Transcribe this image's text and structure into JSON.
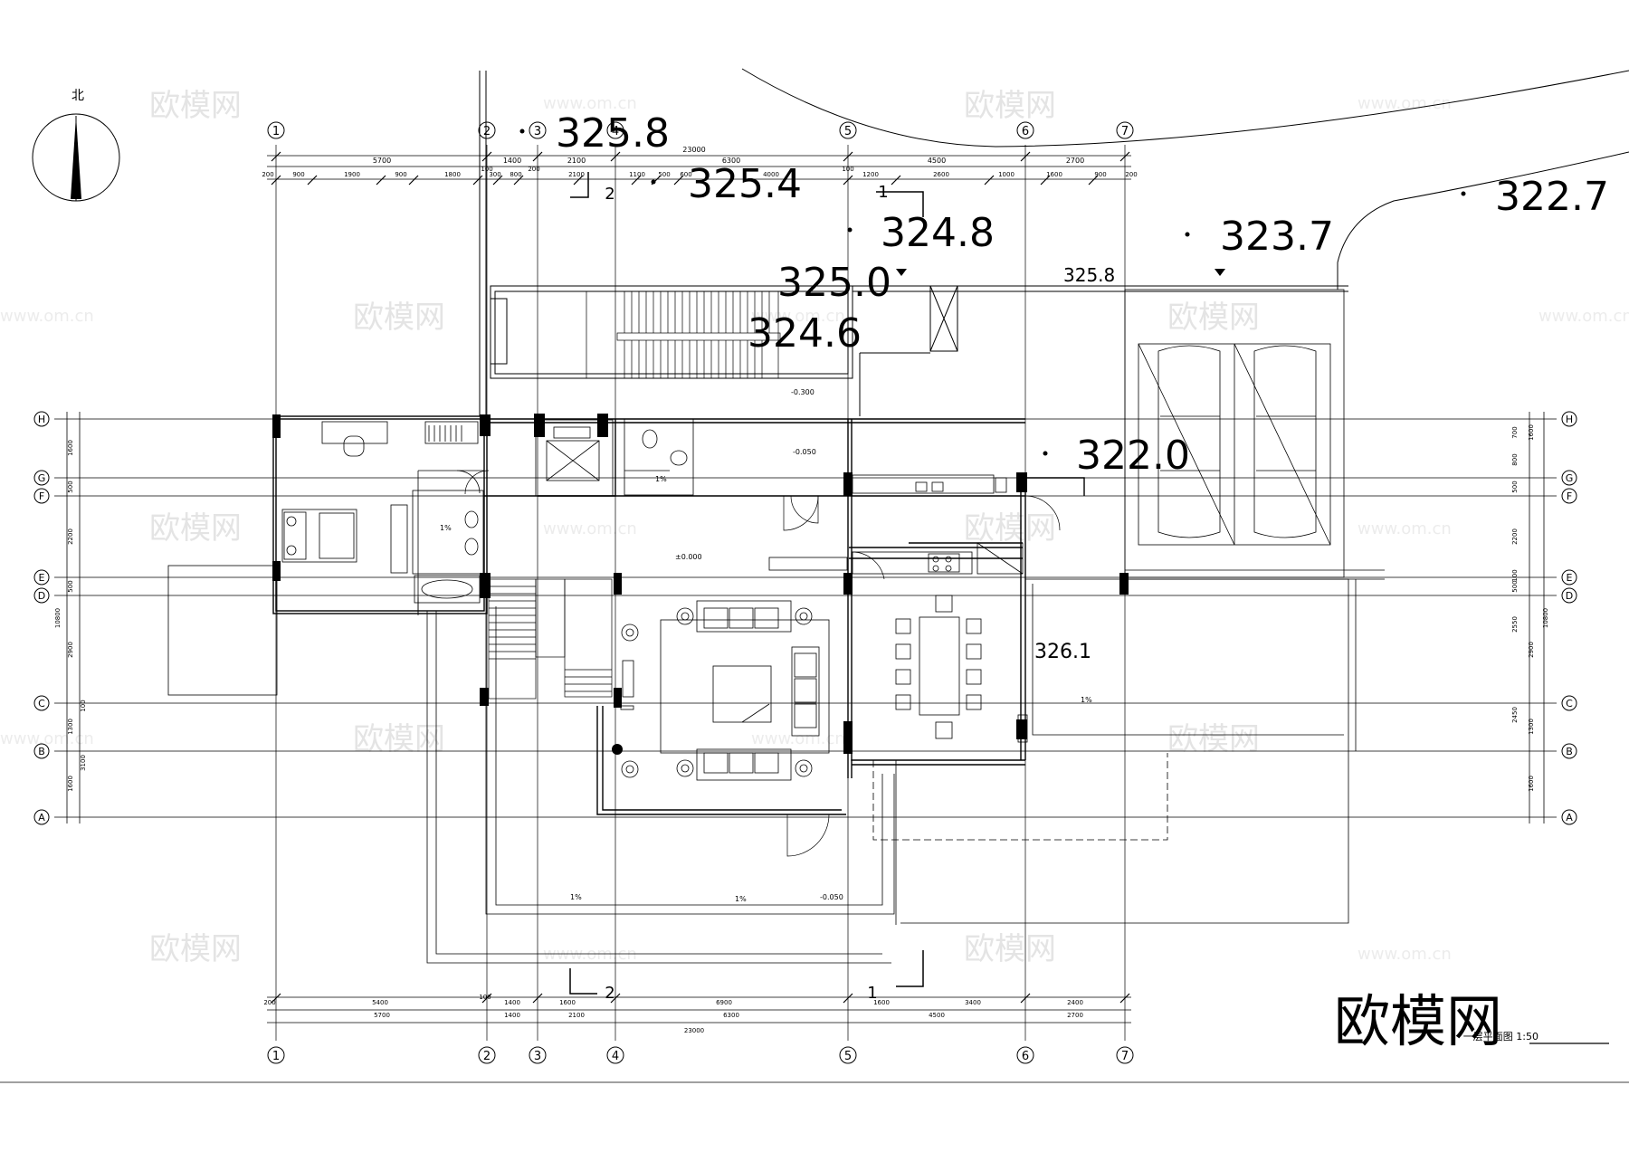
{
  "north_label": "北",
  "elevations": {
    "e1": "325.8",
    "e2": "325.4",
    "e3": "324.8",
    "e4": "325.0",
    "e5": "324.6",
    "e6": "323.7",
    "e7": "322.7",
    "e8": "322.0",
    "e9": "325.8",
    "e10": "326.1"
  },
  "axes_top": [
    "1",
    "2",
    "3",
    "4",
    "5",
    "6",
    "7"
  ],
  "axes_side": [
    "H",
    "G",
    "F",
    "E",
    "D",
    "C",
    "B",
    "A"
  ],
  "dims": {
    "total": "23000",
    "top_row1": [
      "5700",
      "1400",
      "2100",
      "6300",
      "4500",
      "2700"
    ],
    "top_row2": [
      "200",
      "900",
      "1900",
      "900",
      "1800",
      "100",
      "300",
      "800",
      "200",
      "2100",
      "1100",
      "500",
      "600",
      "4000",
      "100",
      "1200",
      "2600",
      "1000",
      "1600",
      "900",
      "200"
    ],
    "bot_row1": [
      "200",
      "5400",
      "100",
      "1400",
      "1600",
      "6900",
      "1600",
      "3400",
      "2400"
    ],
    "bot_row2": [
      "5700",
      "1400",
      "2100",
      "6300",
      "4500",
      "2700"
    ],
    "left": [
      "1600",
      "500",
      "2200",
      "500",
      "2900",
      "1300",
      "1600"
    ],
    "left_total": "10800",
    "left_extra": [
      "100",
      "3100"
    ],
    "right": [
      "700",
      "800",
      "500",
      "2200",
      "100",
      "500",
      "2550",
      "2900",
      "2450",
      "1300",
      "1600"
    ],
    "right_total": "10800",
    "right_extra": [
      "1600"
    ]
  },
  "levels": {
    "l1": "-0.300",
    "l2": "-0.050",
    "l3": "±0.000",
    "l4": "-0.050"
  },
  "slopes": [
    "1%",
    "1%",
    "1%",
    "1%",
    "1%"
  ],
  "section_marks": [
    "2",
    "1",
    "2",
    "1"
  ],
  "watermark": "欧模网",
  "watermark_url": "www.om.cn",
  "drawing_title": "一层平面图 1:50",
  "colors": {
    "line": "#000000",
    "watermark": "#e4e4e4"
  }
}
